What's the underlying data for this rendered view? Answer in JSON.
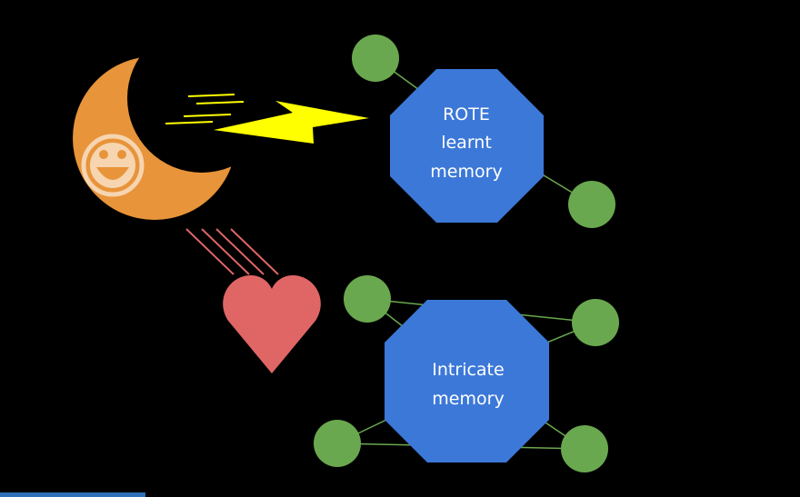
{
  "colors": {
    "background": "#000000",
    "moon": "#E8943A",
    "smiley": "#F6D5B0",
    "lightning": "#FFFF00",
    "speed_lines": "#FFFF00",
    "heart": "#E06666",
    "heart_lines": "#E06666",
    "octagon": "#3C78D8",
    "node": "#6AA84F",
    "connector": "#6AA84F",
    "text": "#FFFFFF",
    "strip": "#2F6FB8"
  },
  "rote_memory": {
    "line1": "ROTE",
    "line2": "learnt",
    "line3": "memory"
  },
  "intricate_memory": {
    "line1": "Intricate",
    "line2": "memory"
  },
  "icons": {
    "moon": "crescent-moon-icon",
    "smiley": "smiley-face-icon",
    "lightning": "lightning-bolt-icon",
    "heart": "heart-icon"
  }
}
